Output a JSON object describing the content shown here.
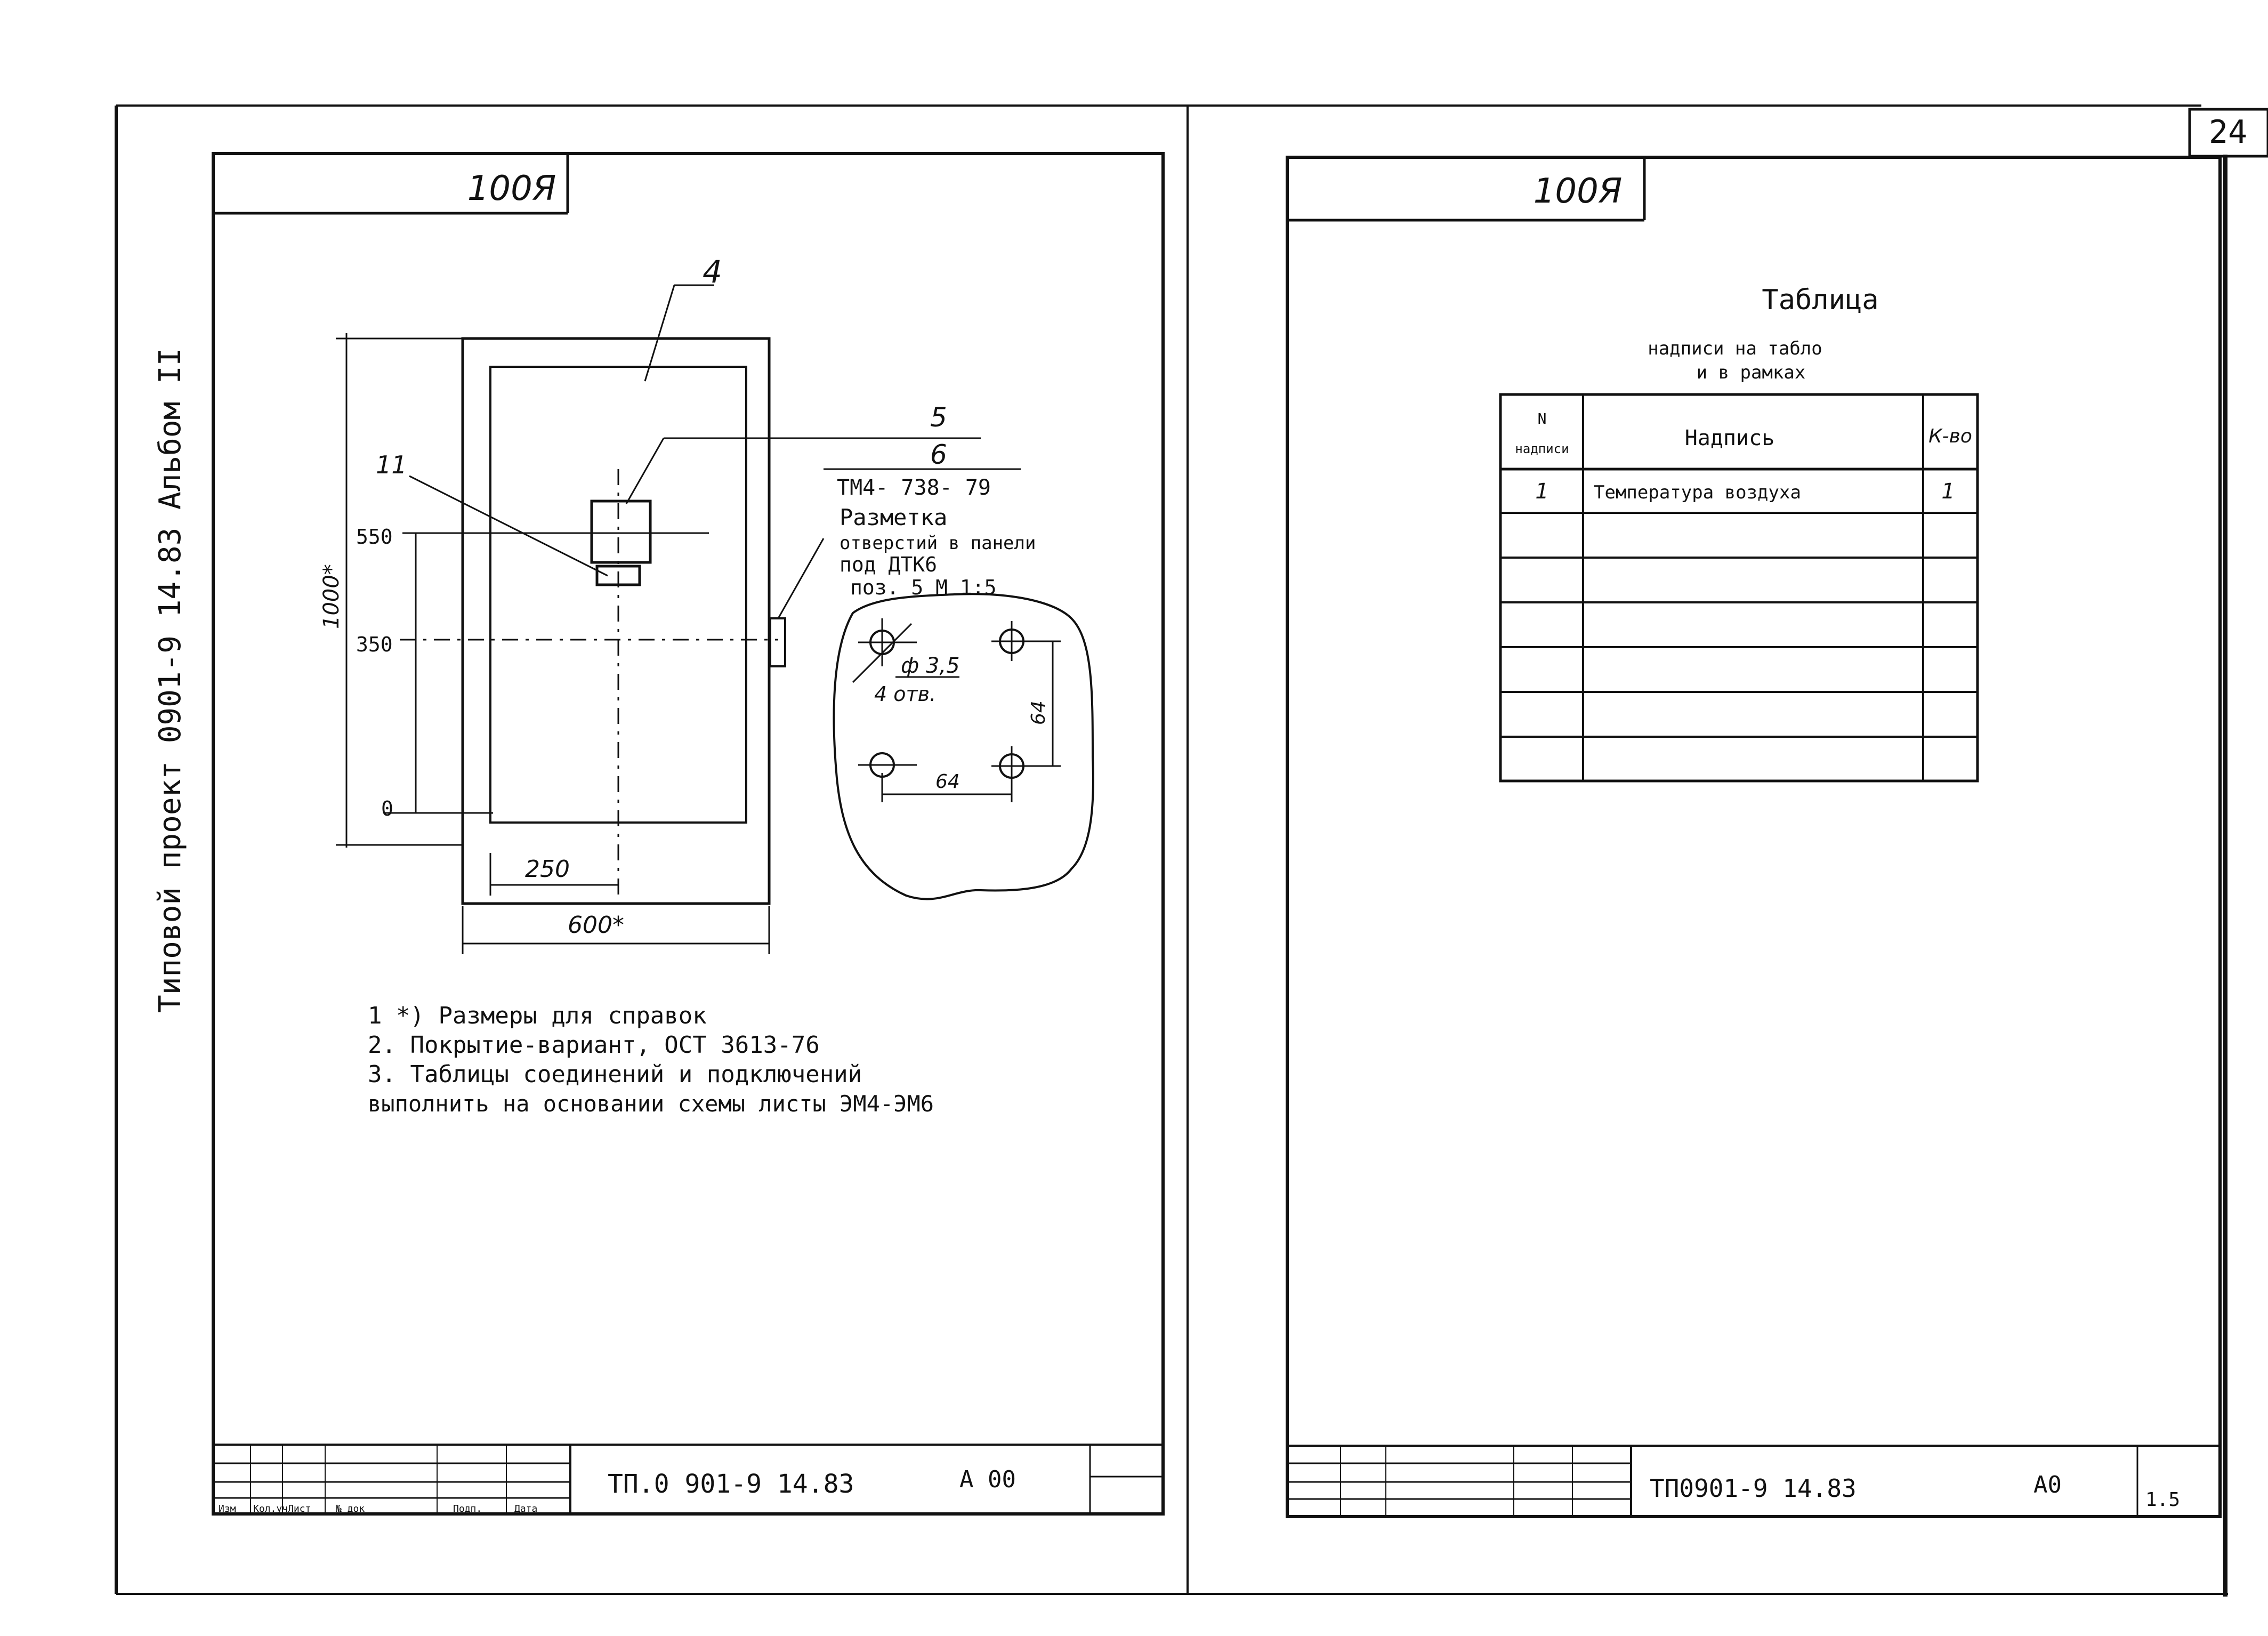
{
  "sheet_number": "24",
  "side_margin": {
    "text": "Типовой проект 0901-9 14.83    Альбом II"
  },
  "left_sheet": {
    "code_box": "100Я",
    "drawing": {
      "leaders": [
        "4",
        "5",
        "6",
        "11"
      ],
      "callout_5_text": "ТМ4- 738- 79",
      "markup_title": "Разметка",
      "markup_line2": "отверстий  в панели",
      "markup_line3": "под  ДТК6",
      "markup_line4": "поз. 5    М 1:5",
      "dims": {
        "height": "1000*",
        "y_550": "550",
        "y_350": "350",
        "y_0": "0",
        "width_250": "250",
        "width_600": "600*"
      },
      "detail": {
        "hole_dia": "ф 3,5",
        "hole_count": "4 отв.",
        "spacing_x": "64",
        "spacing_y": "64"
      }
    },
    "notes": [
      "1  *) Размеры для справок",
      "2. Покрытие-вариант, ОСТ 3613-76",
      "3. Таблицы соединений и подключений",
      "   выполнить на основании схемы листы ЭМ4-ЭМ6"
    ],
    "title_block": {
      "code": "ТП.0 901-9 14.83",
      "sheet_ref": "А 00",
      "header_labels": [
        "Изм",
        "Кол.уч",
        "Лист",
        "№ док",
        "Подп.",
        "Дата"
      ]
    }
  },
  "right_sheet": {
    "code_box": "100Я",
    "table_title": "Таблица",
    "table_subtitle_1": "надписи на табло",
    "table_subtitle_2": "и в рамках",
    "columns": {
      "num_line1": "N",
      "num_line2": "надписи",
      "text": "Надпись",
      "qty": "К-во"
    },
    "rows": [
      {
        "num": "1",
        "text": "Температура воздуха",
        "qty": "1"
      },
      {
        "num": "",
        "text": "",
        "qty": ""
      },
      {
        "num": "",
        "text": "",
        "qty": ""
      },
      {
        "num": "",
        "text": "",
        "qty": ""
      },
      {
        "num": "",
        "text": "",
        "qty": ""
      },
      {
        "num": "",
        "text": "",
        "qty": ""
      },
      {
        "num": "",
        "text": "",
        "qty": ""
      }
    ],
    "title_block": {
      "code": "ТП0901-9 14.83",
      "sheet_ref": "А0",
      "sheet_num": "1.5"
    }
  }
}
